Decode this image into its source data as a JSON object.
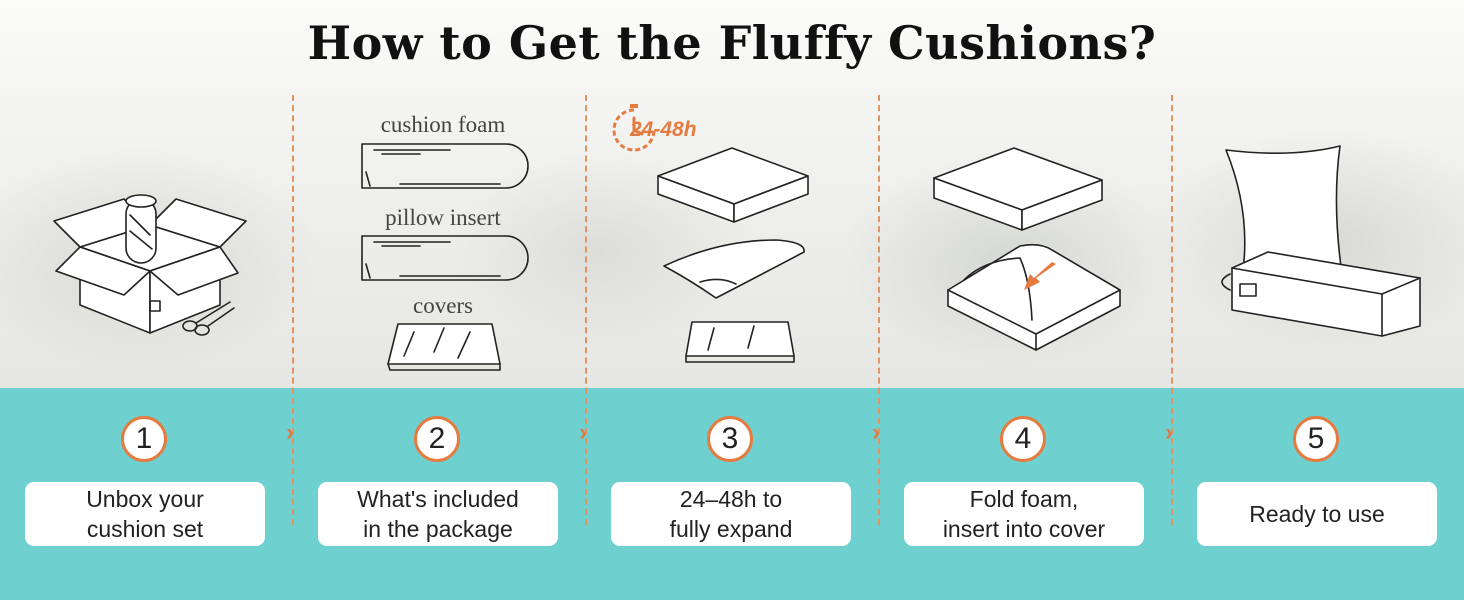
{
  "title": "How to Get the Fluffy Cushions?",
  "accent_color": "#e57b3f",
  "band_color": "#6fd0d0",
  "timer_label": "24-48h",
  "package_items": [
    "cushion foam",
    "pillow insert",
    "covers"
  ],
  "steps": [
    {
      "number": "1",
      "text": "Unbox your\ncushion set"
    },
    {
      "number": "2",
      "text": "What's included\nin the package"
    },
    {
      "number": "3",
      "text": "24–48h to\nfully expand"
    },
    {
      "number": "4",
      "text": "Fold foam,\ninsert into cover"
    },
    {
      "number": "5",
      "text": "Ready to use"
    }
  ],
  "icons": [
    "box-roll-icon",
    "scissors-icon",
    "foam-roll-icon",
    "pillow-roll-icon",
    "folded-cover-icon",
    "timer-icon",
    "foam-block-icon",
    "pillow-icon",
    "cover-icon",
    "arrow-icon",
    "finished-cushion-icon"
  ]
}
